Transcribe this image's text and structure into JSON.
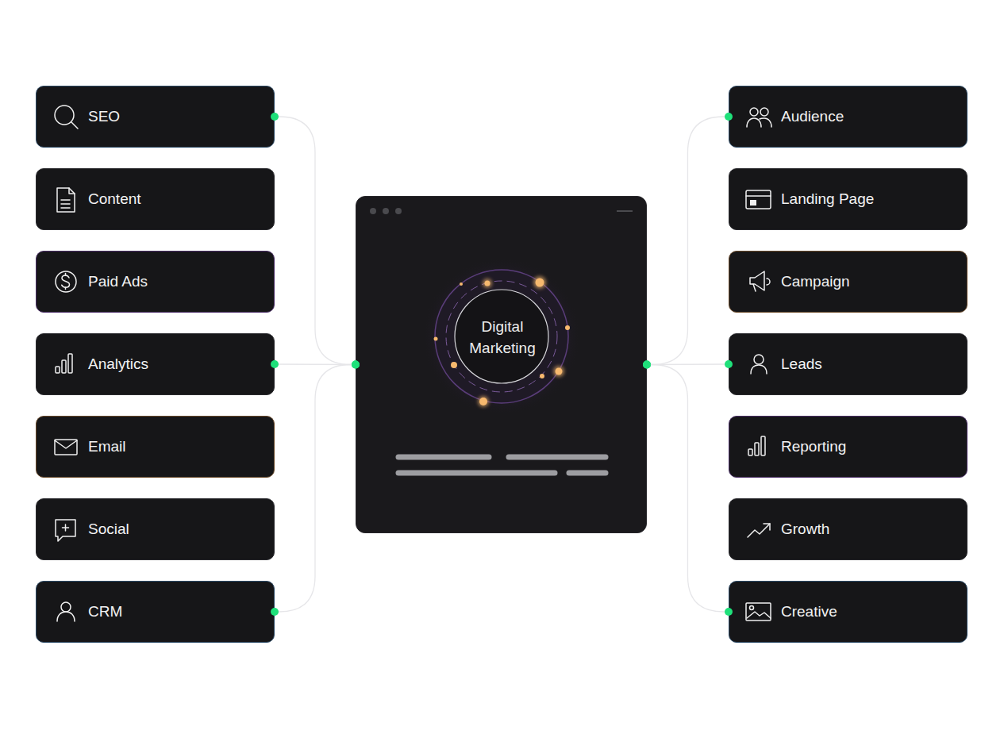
{
  "diagram": {
    "nodes": [
      {
        "text": [
          "SEO"
        ]
      },
      {
        "text": [
          "Content"
        ]
      },
      {
        "text": [
          "Paid Ads"
        ]
      },
      {
        "text": [
          "Analytics"
        ]
      },
      {
        "text": [
          "Email"
        ]
      },
      {
        "text": [
          "Social"
        ]
      },
      {
        "text": [
          "CRM"
        ]
      },
      {
        "text": [
          "Digital Marketing"
        ]
      },
      {
        "text": [
          "Audience"
        ]
      },
      {
        "text": [
          "Landing Page"
        ]
      },
      {
        "text": [
          "Campaign"
        ]
      },
      {
        "text": [
          "Leads"
        ]
      },
      {
        "text": [
          "Reporting"
        ]
      },
      {
        "text": [
          "Growth"
        ]
      },
      {
        "text": [
          "Creative"
        ]
      }
    ],
    "edges": [
      {
        "from": 0,
        "to": 7,
        "arrow": "none"
      },
      {
        "from": 3,
        "to": 7,
        "arrow": "none"
      },
      {
        "from": 6,
        "to": 7,
        "arrow": "none"
      },
      {
        "from": 7,
        "to": 8,
        "arrow": "none"
      },
      {
        "from": 7,
        "to": 11,
        "arrow": "none"
      },
      {
        "from": 7,
        "to": 14,
        "arrow": "none"
      }
    ]
  }
}
